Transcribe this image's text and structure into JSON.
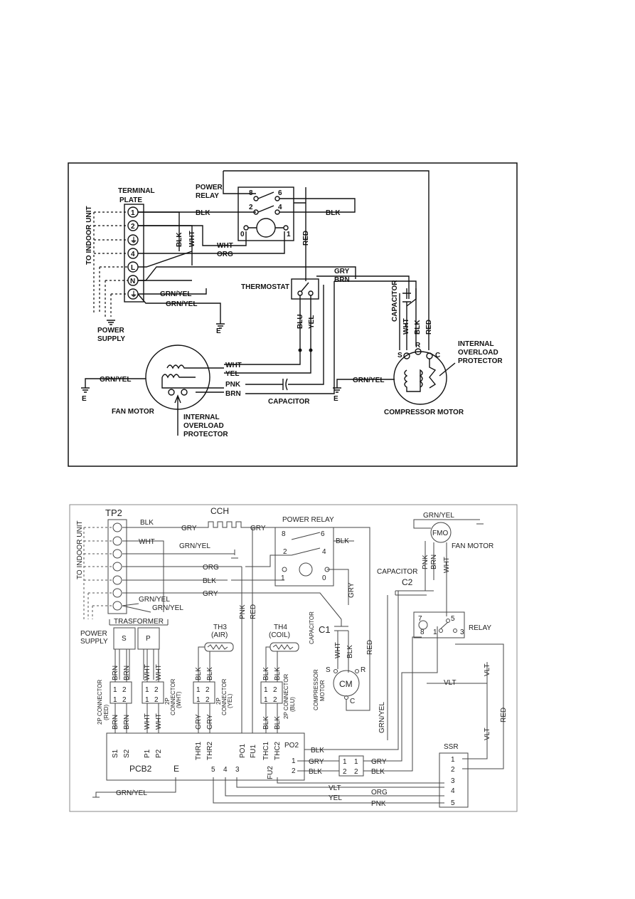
{
  "diagram1": {
    "labels": {
      "terminal_plate": [
        "TERMINAL",
        "PLATE"
      ],
      "power_relay": [
        "POWER",
        "RELAY"
      ],
      "to_indoor_unit": "TO INDOOR UNIT",
      "power_supply": [
        "POWER",
        "SUPPLY"
      ],
      "thermostat": "THERMOSTAT",
      "capacitor_fan": "CAPACITOR",
      "capacitor_comp": "CAPACITOR",
      "fan_motor": "FAN MOTOR",
      "compressor_motor": "COMPRESSOR MOTOR",
      "internal_overload_fan": [
        "INTERNAL",
        "OVERLOAD",
        "PROTECTOR"
      ],
      "internal_overload_comp": [
        "INTERNAL",
        "OVERLOAD",
        "PROTECTOR"
      ],
      "earth": "E"
    },
    "terminals": [
      "1",
      "2",
      "⏚",
      "4",
      "L",
      "N",
      "⏚"
    ],
    "relay_contacts": [
      "8",
      "6",
      "2",
      "4",
      "0",
      "1"
    ],
    "compressor_terminals": [
      "S",
      "R",
      "C"
    ],
    "wires": {
      "blk": "BLK",
      "wht": "WHT",
      "org": "ORG",
      "red": "RED",
      "gry": "GRY",
      "brn": "BRN",
      "blu": "BLU",
      "yel": "YEL",
      "pnk": "PNK",
      "grn_yel": "GRN/YEL"
    }
  },
  "diagram2": {
    "labels": {
      "tp2": "TP2",
      "cch": "CCH",
      "power_relay": "POWER RELAY",
      "fmo": "FMO",
      "fan_motor": "FAN MOTOR",
      "capacitor": "CAPACITOR",
      "c2": "C2",
      "c1": "C1",
      "capacitor_v": "CAPACITOR",
      "to_indoor_unit": "TO INDOOR UNIT",
      "power_supply": [
        "POWER",
        "SUPPLY"
      ],
      "trasformer": "TRASFORMER",
      "s": "S",
      "p": "P",
      "th3": [
        "TH3",
        "(AIR)"
      ],
      "th4": [
        "TH4",
        "(COIL)"
      ],
      "compressor_motor": [
        "COMPRESSOR",
        "MOTOR"
      ],
      "cm": "CM",
      "relay": "RELAY",
      "ssr": "SSR",
      "pcb2": "PCB2",
      "e": "E",
      "conn_red": [
        "2P CONNECTOR",
        "(RED)"
      ],
      "conn_wht": [
        "2P",
        "CONNECTOR",
        "(WHT)"
      ],
      "conn_yel": [
        "2P",
        "CONNECTOR",
        "(YEL)"
      ],
      "conn_blu": [
        "2P CONNECTOR",
        "(BLU)"
      ]
    },
    "pcb_terminals": [
      "S1",
      "S2",
      "P1",
      "P2",
      "THR1",
      "THR2",
      "PO1",
      "FU1",
      "THC1",
      "THC2",
      "PO2",
      "FU2",
      "5",
      "4",
      "3",
      "1",
      "2"
    ],
    "ssr_terminals": [
      "1",
      "2",
      "3",
      "4",
      "5"
    ],
    "relay_terminals": [
      "7",
      "5",
      "8",
      "1",
      "3"
    ],
    "cm_terminals": [
      "S",
      "R",
      "C"
    ],
    "power_relay_contacts": [
      "8",
      "6",
      "2",
      "4",
      "1",
      "0"
    ],
    "wires": {
      "blk": "BLK",
      "wht": "WHT",
      "gry": "GRY",
      "grn_yel": "GRN/YEL",
      "org": "ORG",
      "red": "RED",
      "pnk": "PNK",
      "brn": "BRN",
      "vlt": "VLT",
      "yel": "YEL"
    }
  }
}
